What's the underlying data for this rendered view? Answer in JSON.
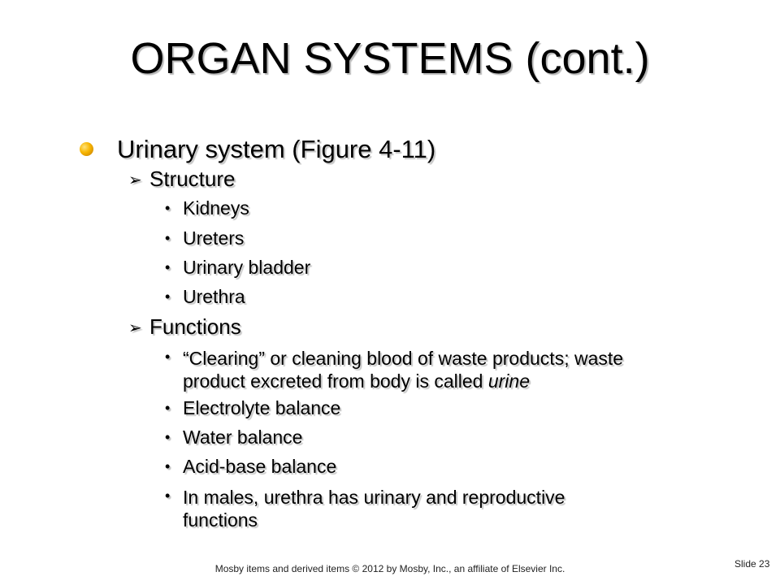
{
  "slide": {
    "title": "ORGAN SYSTEMS (cont.)",
    "bullet_l1": "Urinary system (Figure 4-11)",
    "structure": {
      "heading": "Structure",
      "items": [
        "Kidneys",
        "Ureters",
        "Urinary bladder",
        "Urethra"
      ]
    },
    "functions": {
      "heading": "Functions",
      "item1_line1": "“Clearing” or cleaning blood of waste products; waste",
      "item1_line2_prefix": "product excreted from body is called ",
      "item1_line2_italic": "urine",
      "items": [
        "Electrolyte balance",
        "Water balance",
        "Acid-base balance"
      ],
      "item5_line1": "In males, urethra has urinary and reproductive",
      "item5_line2": "functions"
    },
    "footer": "Mosby items and derived items © 2012 by Mosby, Inc., an affiliate of Elsevier Inc.",
    "slide_number": "Slide 23",
    "markers": {
      "level2": "➢",
      "level3": "•"
    },
    "colors": {
      "level1_bullet": "#f7b500",
      "text": "#000000"
    }
  }
}
